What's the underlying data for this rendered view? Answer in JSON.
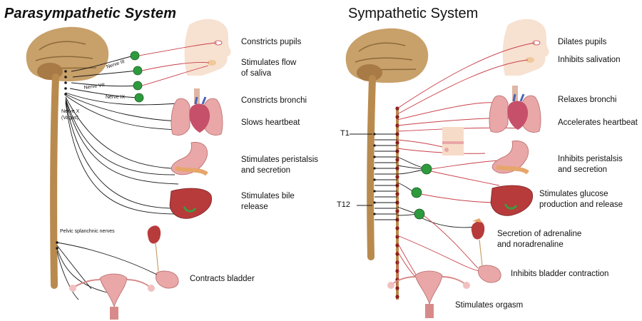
{
  "parasympathetic": {
    "title": "Parasympathetic System",
    "nerves": {
      "III": "Nerve III",
      "VII": "Nerve VII",
      "IX": "Nerve IX",
      "X_line1": "Nerve X",
      "X_line2": "(Vagus)",
      "pelvic": "Pelvic splanchnic nerves"
    },
    "effects": {
      "pupils": "Constricts pupils",
      "saliva_line1": "Stimulates flow",
      "saliva_line2": "of saliva",
      "bronchi": "Constricts bronchi",
      "heart": "Slows heartbeat",
      "peristalsis_line1": "Stimulates peristalsis",
      "peristalsis_line2": "and secretion",
      "bile_line1": "Stimulates bile",
      "bile_line2": "release",
      "bladder": "Contracts bladder"
    }
  },
  "sympathetic": {
    "title": "Sympathetic System",
    "spine_labels": {
      "t1": "T1",
      "t12": "T12"
    },
    "effects": {
      "pupils": "Dilates pupils",
      "saliva": "Inhibits salivation",
      "bronchi": "Relaxes bronchi",
      "heart": "Accelerates heartbeat",
      "peristalsis_line1": "Inhibits peristalsis",
      "peristalsis_line2": "and secretion",
      "glucose_line1": "Stimulates glucose",
      "glucose_line2": "production and release",
      "adrenal_line1": "Secretion of adrenaline",
      "adrenal_line2": "and noradrenaline",
      "bladder": "Inhibits bladder contraction",
      "orgasm": "Stimulates orgasm"
    }
  },
  "colors": {
    "ganglion": "#2e9a3e",
    "nerve_dark": "#1a1a1a",
    "nerve_red": "#c8404a",
    "spine": "#b98a4e",
    "brain": "#c8a06a",
    "organ_red": "#b83b3b",
    "organ_pink": "#e9a7a7",
    "skin": "#f6dcc8"
  }
}
